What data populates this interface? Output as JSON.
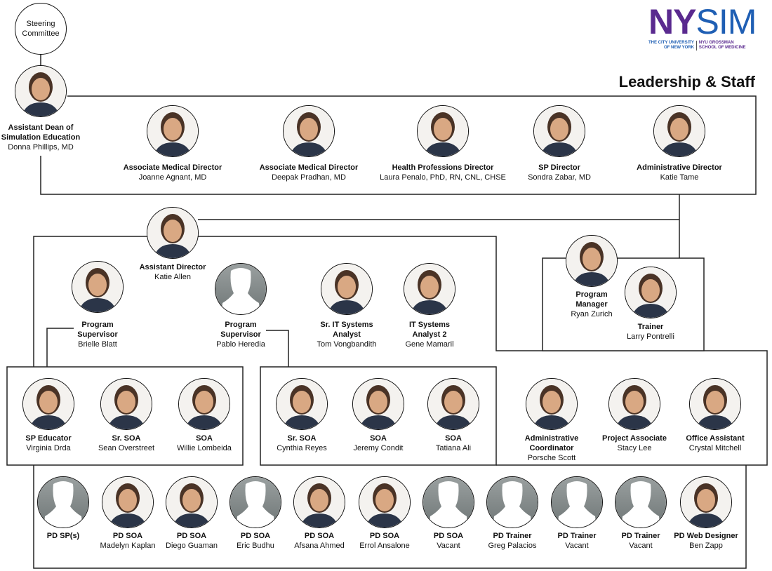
{
  "logo": {
    "ny": "NY",
    "sim": "SIM",
    "left_line1": "THE CITY UNIVERSITY",
    "left_line2": "OF NEW YORK",
    "right_line1": "NYU GROSSMAN",
    "right_line2": "SCHOOL OF MEDICINE"
  },
  "heading": "Leadership & Staff",
  "steering": {
    "line1": "Steering",
    "line2": "Committee"
  },
  "people": [
    {
      "title": "Assistant Dean of Simulation Education",
      "name": "Donna Phillips, MD",
      "vacant": false
    },
    {
      "title": "Associate Medical Director",
      "name": "Joanne Agnant, MD",
      "vacant": false
    },
    {
      "title": "Associate Medical Director",
      "name": "Deepak Pradhan, MD",
      "vacant": false
    },
    {
      "title": "Health Professions Director",
      "name": "Laura Penalo, PhD, RN, CNL, CHSE",
      "vacant": false
    },
    {
      "title": "SP Director",
      "name": "Sondra Zabar, MD",
      "vacant": false
    },
    {
      "title": "Administrative Director",
      "name": "Katie Tame",
      "vacant": false
    },
    {
      "title": "Assistant Director",
      "name": "Katie Allen",
      "vacant": false
    },
    {
      "title": "Program Supervisor",
      "name": "Brielle Blatt",
      "vacant": false
    },
    {
      "title": "Program Supervisor",
      "name": "Pablo Heredia",
      "vacant": true
    },
    {
      "title": "Sr. IT Systems Analyst",
      "name": "Tom Vongbandith",
      "vacant": false
    },
    {
      "title": "IT Systems Analyst 2",
      "name": "Gene Mamaril",
      "vacant": false
    },
    {
      "title": "Program Manager",
      "name": "Ryan Zurich",
      "vacant": false
    },
    {
      "title": "Trainer",
      "name": "Larry Pontrelli",
      "vacant": false
    },
    {
      "title": "SP Educator",
      "name": "Virginia Drda",
      "vacant": false
    },
    {
      "title": "Sr. SOA",
      "name": "Sean Overstreet",
      "vacant": false
    },
    {
      "title": "SOA",
      "name": "Willie Lombeida",
      "vacant": false
    },
    {
      "title": "Sr. SOA",
      "name": "Cynthia Reyes",
      "vacant": false
    },
    {
      "title": "SOA",
      "name": "Jeremy Condit",
      "vacant": false
    },
    {
      "title": "SOA",
      "name": "Tatiana Ali",
      "vacant": false
    },
    {
      "title": "Administrative Coordinator",
      "name": "Porsche Scott",
      "vacant": false
    },
    {
      "title": "Project Associate",
      "name": "Stacy Lee",
      "vacant": false
    },
    {
      "title": "Office Assistant",
      "name": "Crystal Mitchell",
      "vacant": false
    },
    {
      "title": "PD SP(s)",
      "name": "",
      "vacant": true
    },
    {
      "title": "PD SOA",
      "name": "Madelyn Kaplan",
      "vacant": false
    },
    {
      "title": "PD SOA",
      "name": "Diego Guaman",
      "vacant": false
    },
    {
      "title": "PD SOA",
      "name": "Eric Budhu",
      "vacant": true
    },
    {
      "title": "PD SOA",
      "name": "Afsana Ahmed",
      "vacant": false
    },
    {
      "title": "PD SOA",
      "name": "Errol Ansalone",
      "vacant": false
    },
    {
      "title": "PD SOA",
      "name": "Vacant",
      "vacant": true
    },
    {
      "title": "PD Trainer",
      "name": "Greg Palacios",
      "vacant": true
    },
    {
      "title": "PD Trainer",
      "name": "Vacant",
      "vacant": true
    },
    {
      "title": "PD Trainer",
      "name": "Vacant",
      "vacant": true
    },
    {
      "title": "PD Web Designer",
      "name": "Ben Zapp",
      "vacant": false
    }
  ]
}
